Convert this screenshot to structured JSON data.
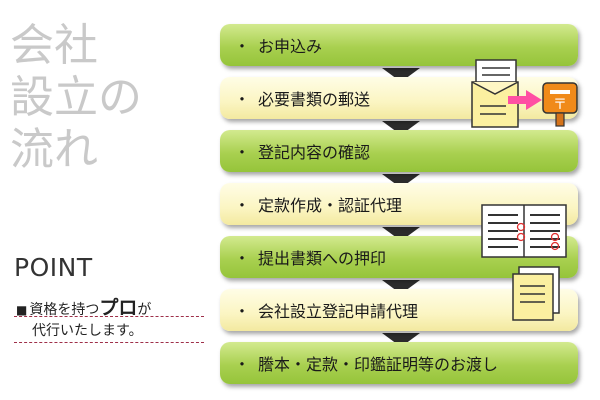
{
  "title": {
    "line1": "会社",
    "line2": "設立の",
    "line3": "流れ"
  },
  "point": {
    "heading": "POINT",
    "bullet": "■",
    "line1_pre": "資格を持つ",
    "line1_big": "プロ",
    "line1_post": "が",
    "line2": "代行いたします。"
  },
  "steps": [
    {
      "dot": "・",
      "label": "お申込み"
    },
    {
      "dot": "・",
      "label": "必要書類の郵送"
    },
    {
      "dot": "・",
      "label": "登記内容の確認"
    },
    {
      "dot": "・",
      "label": "定款作成・認証代理"
    },
    {
      "dot": "・",
      "label": "提出書類への押印"
    },
    {
      "dot": "・",
      "label": "会社設立登記申請代理"
    },
    {
      "dot": "・",
      "label": "謄本・定款・印鑑証明等のお渡し"
    }
  ],
  "colors": {
    "green": "#a9d050",
    "cream": "#fbf5c2",
    "arrow": "#2c2c2c",
    "mail_arrow": "#ff4fa3",
    "postbox": "#f08a1a"
  },
  "icons": [
    "mail-envelope-icon",
    "postbox-icon",
    "document-book-icon",
    "document-icon"
  ]
}
